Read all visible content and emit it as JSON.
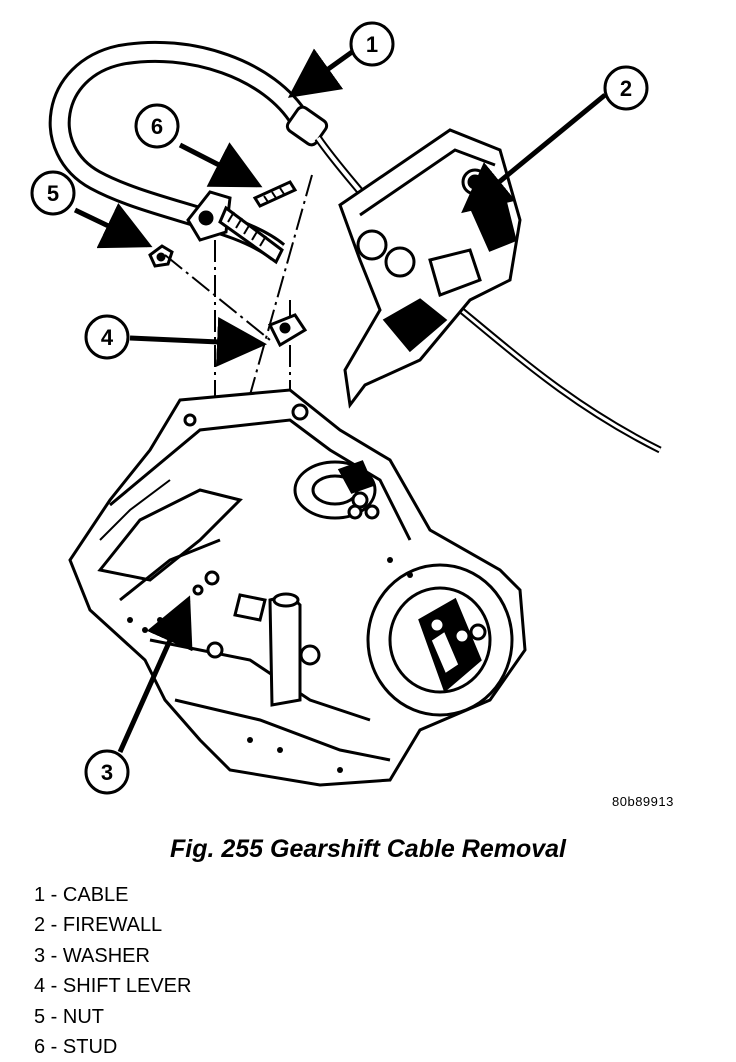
{
  "figure_code": "80b89913",
  "caption": "Fig. 255 Gearshift Cable Removal",
  "callouts": [
    "1",
    "2",
    "3",
    "4",
    "5",
    "6"
  ],
  "legend": [
    {
      "num": "1",
      "sep": " - ",
      "label": "CABLE"
    },
    {
      "num": "2",
      "sep": " - ",
      "label": "FIREWALL"
    },
    {
      "num": "3",
      "sep": " - ",
      "label": "WASHER"
    },
    {
      "num": "4",
      "sep": " - ",
      "label": "SHIFT LEVER"
    },
    {
      "num": "5",
      "sep": " - ",
      "label": "NUT"
    },
    {
      "num": "6",
      "sep": " - ",
      "label": "STUD"
    }
  ]
}
